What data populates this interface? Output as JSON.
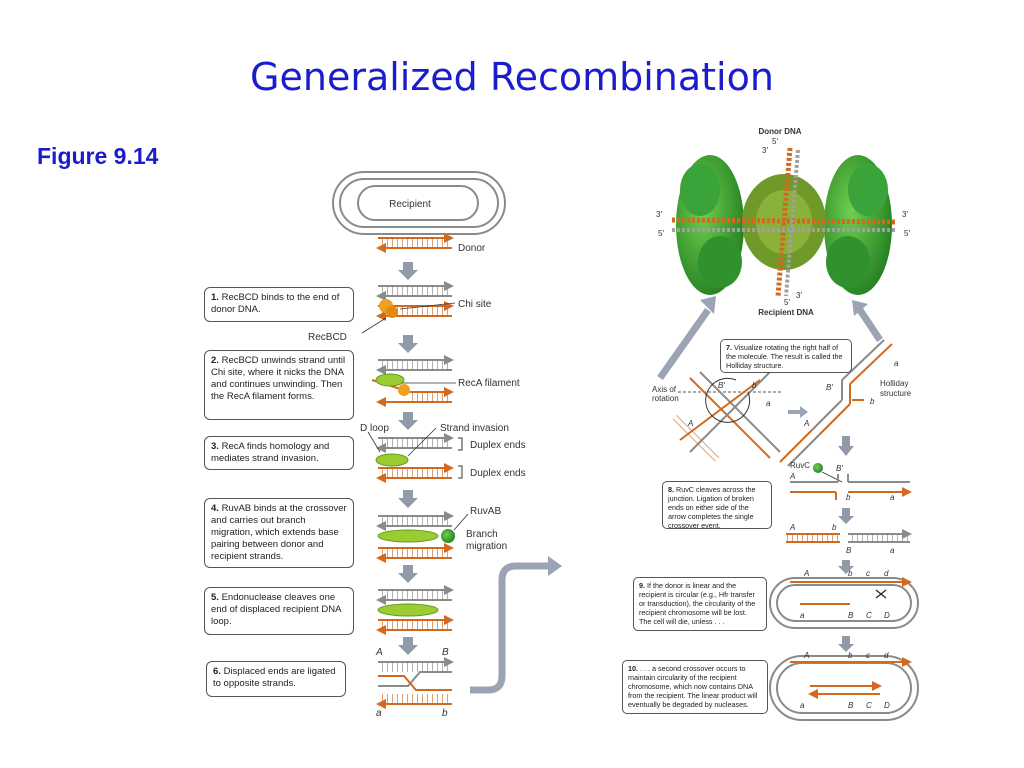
{
  "title": "Generalized Recombination",
  "figure_label": "Figure 9.14",
  "left_panel": {
    "recipient_label": "Recipient",
    "donor_label": "Donor",
    "chi_site_label": "Chi site",
    "recbcd_label": "RecBCD",
    "reca_filament_label": "RecA filament",
    "d_loop_label": "D loop",
    "strand_invasion_label": "Strand invasion",
    "duplex_ends_label_1": "Duplex ends",
    "duplex_ends_label_2": "Duplex ends",
    "ruvab_label": "RuvAB",
    "branch_label": "Branch",
    "migration_label": "migration",
    "label_A": "A",
    "label_B": "B",
    "label_a": "a",
    "label_b": "b"
  },
  "steps": [
    {
      "num": "1.",
      "text": "RecBCD binds to the end of donor DNA."
    },
    {
      "num": "2.",
      "text": "RecBCD unwinds strand until Chi site, where it nicks the DNA and continues unwinding. Then the RecA filament forms."
    },
    {
      "num": "3.",
      "text": "RecA finds homology and mediates strand invasion."
    },
    {
      "num": "4.",
      "text": "RuvAB binds at the crossover and carries out branch migration, which extends base pairing between donor and recipient strands."
    },
    {
      "num": "5.",
      "text": "Endonuclease cleaves one end of displaced recipient DNA loop."
    },
    {
      "num": "6.",
      "text": "Displaced ends are ligated to opposite strands."
    },
    {
      "num": "7.",
      "text": "Visualize rotating the right half of the molecule. The result is called the Holliday structure."
    },
    {
      "num": "8.",
      "text": "RuvC cleaves across the junction. Ligation of broken ends on either side of the arrow completes the single crossover event."
    },
    {
      "num": "9.",
      "text": "If the donor is linear and the recipient is circular (e.g., Hfr transfer or transduction), the circularity of the recipient chromosome will be lost. The cell will die, unless . . ."
    },
    {
      "num": "10.",
      "text": ". . . a second crossover occurs to maintain circularity of the recipient chromosome, which now contains DNA from the recipient. The linear product will eventually be degraded by nucleases."
    }
  ],
  "right_panel": {
    "donor_dna_label": "Donor DNA",
    "recipient_dna_label": "Recipient DNA",
    "five_prime": "5′",
    "three_prime": "3′",
    "axis_label_1": "Axis of",
    "axis_label_2": "rotation",
    "holliday_label_1": "Holliday",
    "holliday_label_2": "structure",
    "ruvc_label": "RuvC",
    "label_A": "A",
    "label_B": "B",
    "label_a": "a",
    "label_b": "b",
    "label_C": "C",
    "label_D": "D",
    "label_c": "c",
    "label_d": "d",
    "label_B_prime": "B′"
  },
  "colors": {
    "title": "#1c1ccf",
    "donor_strand": "#d2691e",
    "recipient_strand": "#8a8a8a",
    "reca": "#9acd32",
    "recbcd": "#f0a020",
    "ruvab": "#2e8b2e",
    "protein": "#2f9a2f",
    "arrow": "#909aa8"
  }
}
